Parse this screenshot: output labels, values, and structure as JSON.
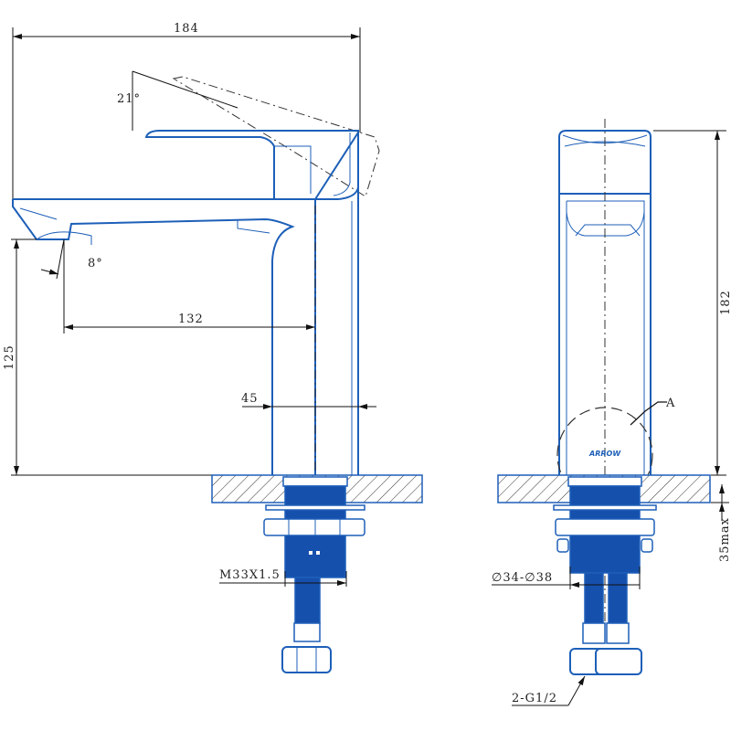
{
  "drawing": {
    "colors": {
      "line": "#1d5fb8",
      "thread": "#1650ad",
      "dimension": "#111111"
    },
    "side_view": {
      "overall_width": "184",
      "handle_angle": "21°",
      "spout_angle": "8°",
      "spout_reach": "132",
      "spout_height": "125",
      "body_width": "45",
      "thread": "M33X1.5"
    },
    "front_view": {
      "overall_height": "182",
      "detail_label": "A",
      "brand": "ARROW",
      "max_thickness": "35max",
      "hole_diameter": "∅34-∅38",
      "hose_connection": "2-G1/2"
    }
  }
}
